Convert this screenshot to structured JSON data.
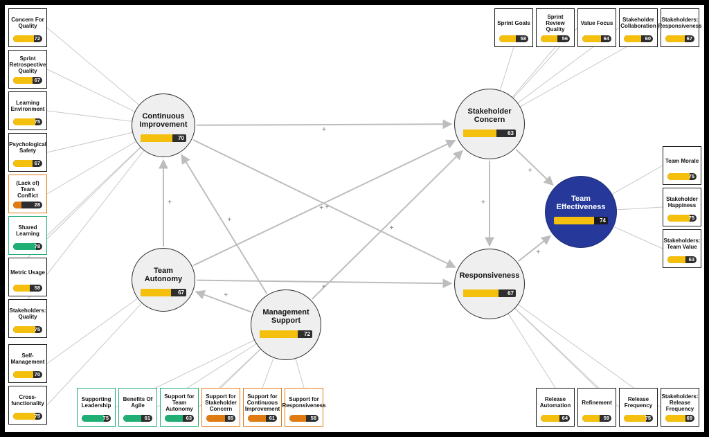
{
  "diagram": {
    "colors": {
      "fill": "#f5bf0d",
      "track": "#2e2e2e",
      "green": "#1fae74",
      "orange": "#e07b12",
      "main": "#26399a",
      "link": "#c8c8c8",
      "edge": "#bdbdbd"
    },
    "nodes": [
      {
        "id": "ci",
        "label": "Continuous Improvement",
        "value": 70
      },
      {
        "id": "sc",
        "label": "Stakeholder Concern",
        "value": 63
      },
      {
        "id": "te",
        "label": "Team Effectiveness",
        "value": 74
      },
      {
        "id": "ta",
        "label": "Team Autonomy",
        "value": 67
      },
      {
        "id": "ms",
        "label": "Management Support",
        "value": 72
      },
      {
        "id": "re",
        "label": "Responsiveness",
        "value": 67
      }
    ],
    "factors": [
      {
        "id": "f1",
        "label": "Concern For Quality",
        "value": 72
      },
      {
        "id": "f2",
        "label": "Sprint Retrospective Quality",
        "value": 67
      },
      {
        "id": "f3",
        "label": "Learning Environment",
        "value": 75
      },
      {
        "id": "f4",
        "label": "Psychological Safety",
        "value": 67
      },
      {
        "id": "f5",
        "label": "(Lack of) Team Conflict",
        "value": 28,
        "status": "orange"
      },
      {
        "id": "f6",
        "label": "Shared Learning",
        "value": 78,
        "status": "green"
      },
      {
        "id": "f7",
        "label": "Metric Usage",
        "value": 58
      },
      {
        "id": "f8",
        "label": "Stakeholders: Quality",
        "value": 75
      },
      {
        "id": "f9",
        "label": "Self-Management",
        "value": 70
      },
      {
        "id": "f10",
        "label": "Cross-functionality",
        "value": 75
      },
      {
        "id": "t1",
        "label": "Sprint Goals",
        "value": 58
      },
      {
        "id": "t2",
        "label": "Sprint Review Quality",
        "value": 56
      },
      {
        "id": "t3",
        "label": "Value Focus",
        "value": 64
      },
      {
        "id": "t4",
        "label": "Stakeholder Collaboration",
        "value": 60
      },
      {
        "id": "t5",
        "label": "Stakeholders: Responsiveness",
        "value": 67
      },
      {
        "id": "r1",
        "label": "Team Morale",
        "value": 75
      },
      {
        "id": "r2",
        "label": "Stakeholder Happiness",
        "value": 75
      },
      {
        "id": "r3",
        "label": "Stakeholders: Team Value",
        "value": 63
      },
      {
        "id": "b1",
        "label": "Supporting Leadership",
        "value": 75,
        "status": "green"
      },
      {
        "id": "b2",
        "label": "Benefits Of Agile",
        "value": 61,
        "status": "green"
      },
      {
        "id": "b3",
        "label": "Support for Team Autonomy",
        "value": 63,
        "status": "green"
      },
      {
        "id": "b4",
        "label": "Support for Stakeholder Concern",
        "value": 65,
        "status": "orange"
      },
      {
        "id": "b5",
        "label": "Support for Continuous Improvement",
        "value": 61,
        "status": "orange"
      },
      {
        "id": "b6",
        "label": "Support for Responsiveness",
        "value": 58,
        "status": "orange"
      },
      {
        "id": "br1",
        "label": "Release Automation",
        "value": 64
      },
      {
        "id": "br2",
        "label": "Refinement",
        "value": 59
      },
      {
        "id": "br3",
        "label": "Release Frequency",
        "value": 75
      },
      {
        "id": "br4",
        "label": "Stakeholders: Release Frequency",
        "value": 69
      }
    ],
    "edges": [
      {
        "from": "ci",
        "to": "sc",
        "sign": "+"
      },
      {
        "from": "ci",
        "to": "re",
        "sign": "+"
      },
      {
        "from": "ta",
        "to": "ci",
        "sign": "+"
      },
      {
        "from": "ta",
        "to": "sc",
        "sign": "+"
      },
      {
        "from": "ta",
        "to": "re",
        "sign": "+"
      },
      {
        "from": "ms",
        "to": "ta",
        "sign": "+"
      },
      {
        "from": "ms",
        "to": "ci",
        "sign": "+"
      },
      {
        "from": "ms",
        "to": "sc",
        "sign": "+"
      },
      {
        "from": "sc",
        "to": "re",
        "sign": "+"
      },
      {
        "from": "sc",
        "to": "te",
        "sign": "+"
      },
      {
        "from": "re",
        "to": "te",
        "sign": "+"
      }
    ]
  }
}
